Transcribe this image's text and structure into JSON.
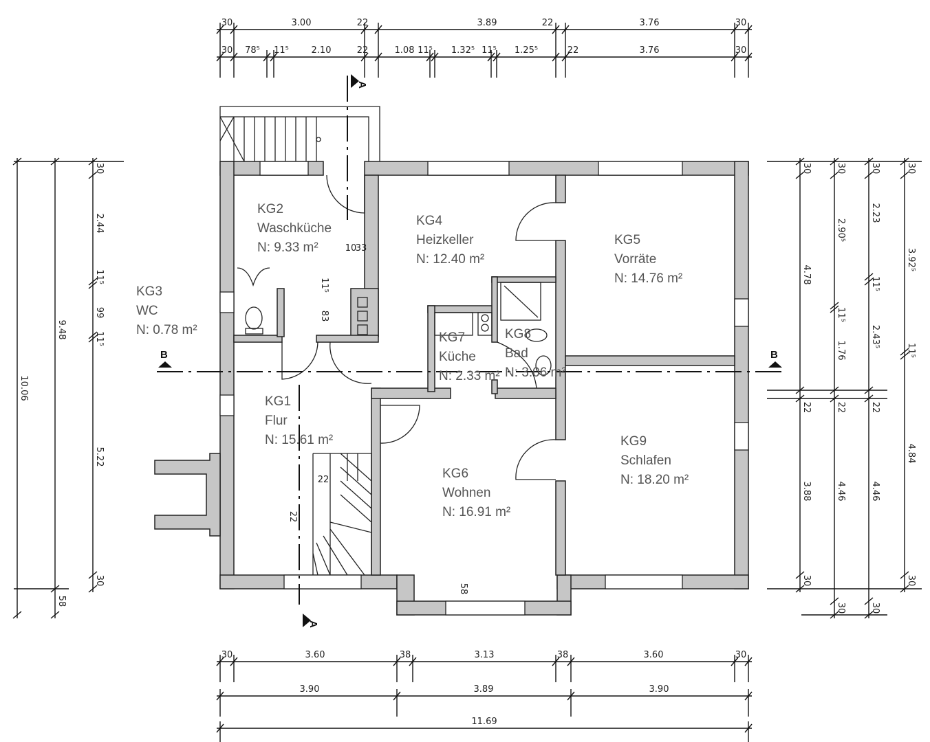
{
  "rooms": [
    {
      "id": "KG1",
      "name": "Flur",
      "area": "N:  15.61  m²"
    },
    {
      "id": "KG2",
      "name": "Waschküche",
      "area": "N:  9.33  m²"
    },
    {
      "id": "KG3",
      "name": "WC",
      "area": "N:  0.78  m²"
    },
    {
      "id": "KG4",
      "name": "Heizkeller",
      "area": "N:  12.40  m²"
    },
    {
      "id": "KG5",
      "name": "Vorräte",
      "area": "N:  14.76  m²"
    },
    {
      "id": "KG6",
      "name": "Wohnen",
      "area": "N:  16.91  m²"
    },
    {
      "id": "KG7",
      "name": "Küche",
      "area": "N:  2.33  m²"
    },
    {
      "id": "KG8",
      "name": "Bad",
      "area": "N:  3.06  m²"
    },
    {
      "id": "KG9",
      "name": "Schlafen",
      "area": "N:  18.20  m²"
    }
  ],
  "section_markers": {
    "a": "A",
    "b": "B"
  },
  "dimensions": {
    "top_row1": [
      "30",
      "3.00",
      "22",
      "3.89",
      "22",
      "3.76",
      "30"
    ],
    "top_row2": [
      "30",
      "78⁵",
      "11⁵",
      "2.10",
      "22",
      "1.08",
      "11⁵",
      "1.32⁵",
      "11⁵",
      "1.25⁵",
      "22",
      "3.76",
      "30"
    ],
    "bottom_row1": [
      "30",
      "3.60",
      "38",
      "3.13",
      "38",
      "3.60",
      "30"
    ],
    "bottom_row2": [
      "3.90",
      "3.89",
      "3.90"
    ],
    "bottom_row3": [
      "11.69"
    ],
    "left_col1": [
      "30",
      "2.44",
      "11⁵",
      "99",
      "11⁵",
      "5.22",
      "30"
    ],
    "left_col2": [
      "9.48",
      "58"
    ],
    "left_col3": [
      "10.06"
    ],
    "right_col1": [
      "30",
      "4.78",
      "22",
      "3.88",
      "30"
    ],
    "right_col2": [
      "30",
      "2.90⁵",
      "11⁵",
      "1.76",
      "22",
      "4.46",
      "30"
    ],
    "right_col3": [
      "30",
      "2.23",
      "11⁵",
      "2.43⁵",
      "22",
      "4.46",
      "30"
    ],
    "right_col4": [
      "30",
      "3.92⁵",
      "11⁵",
      "4.84",
      "30"
    ],
    "interior": [
      "10",
      "33",
      "11⁵",
      "83",
      "22",
      "22",
      "58"
    ]
  }
}
